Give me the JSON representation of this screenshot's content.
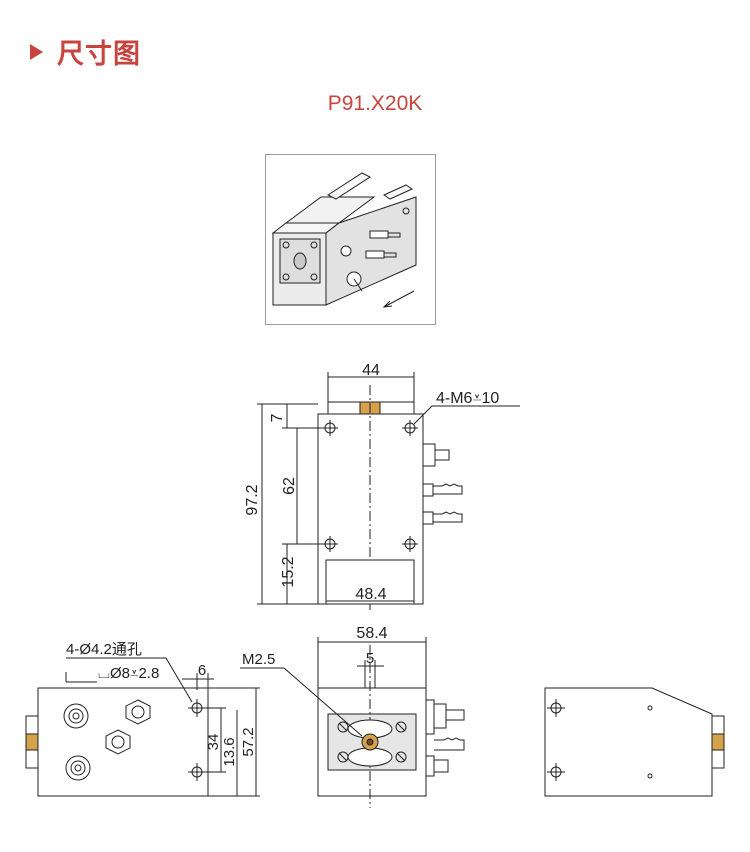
{
  "header": {
    "title": "尺寸图"
  },
  "model": "P91.X20K",
  "dimensions": {
    "top_width": "44",
    "thread_note": "4-M6⩡10",
    "dim_7": "7",
    "dim_62": "62",
    "dim_97_2": "97.2",
    "dim_15_2": "15.2",
    "bottom_width": "48.4",
    "through_hole": "4-Ø4.2通孔",
    "counterbore": "⌴Ø8⩡2.8",
    "dim_6": "6",
    "dim_34": "34",
    "dim_13_6": "13.6",
    "dim_57_2": "57.2",
    "front_width": "58.4",
    "m2_5": "M2.5",
    "dim_5": "5"
  },
  "colors": {
    "accent": "#c8443f",
    "line": "#222222",
    "brass": "#d4a24a"
  }
}
